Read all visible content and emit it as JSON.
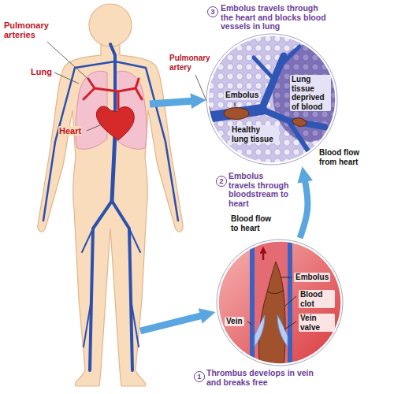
{
  "diagram": {
    "nodes": [
      {
        "text": [
          "Embolus",
          "Lung tissue deprived of blood",
          "Healthy lung tissue"
        ]
      },
      {
        "text": [
          "Embolus",
          "Blood clot",
          "Vein valve",
          "Vein"
        ]
      }
    ],
    "edges": [
      {
        "from": 1,
        "to": 0,
        "arrow": "to"
      }
    ],
    "labels": [
      "3",
      "Embolus travels through the heart and blocks blood vessels in lung",
      "Pulmonary arteries",
      "Pulmonary artery",
      "Lung",
      "Heart",
      "Blood flow from heart",
      "2",
      "Embolus travels through bloodstream to heart",
      "Blood flow to heart",
      "1",
      "Thrombus develops in vein and breaks free"
    ]
  }
}
